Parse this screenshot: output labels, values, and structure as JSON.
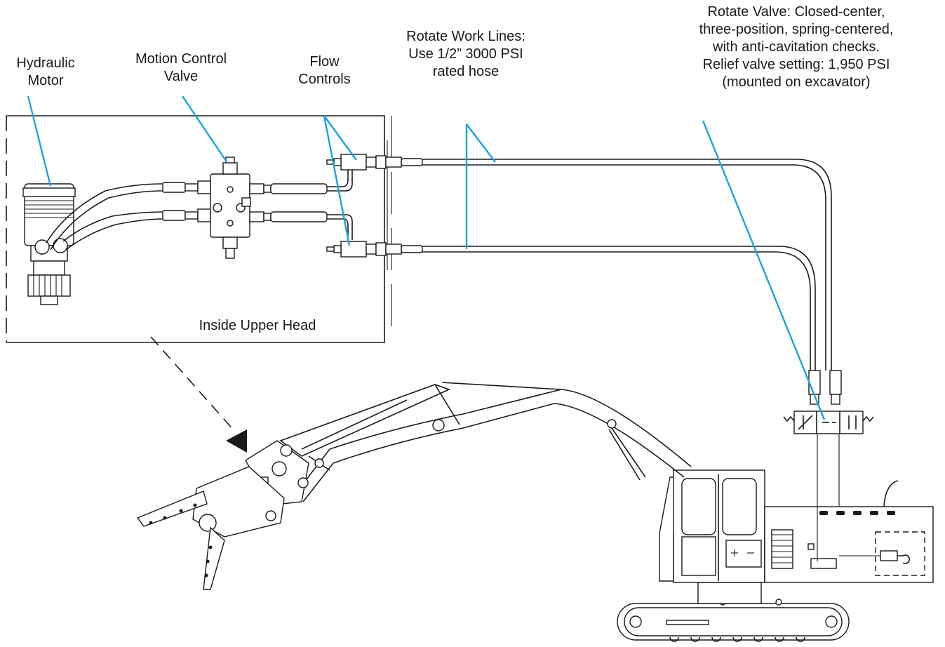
{
  "labels": {
    "hydraulic_motor": "Hydraulic\nMotor",
    "motion_control_valve": "Motion Control\nValve",
    "flow_controls": "Flow\nControls",
    "rotate_work_lines": "Rotate Work Lines:\nUse 1/2” 3000 PSI\nrated hose",
    "rotate_valve": "Rotate Valve: Closed-center,\nthree-position, spring-centered,\nwith anti-cavitation checks.\nRelief valve setting: 1,950 PSI\n(mounted on excavator)",
    "inside_upper_head": "Inside Upper Head"
  },
  "colors": {
    "callout": "#1aa3dc",
    "line": "#1a1a1a",
    "background": "#ffffff"
  }
}
